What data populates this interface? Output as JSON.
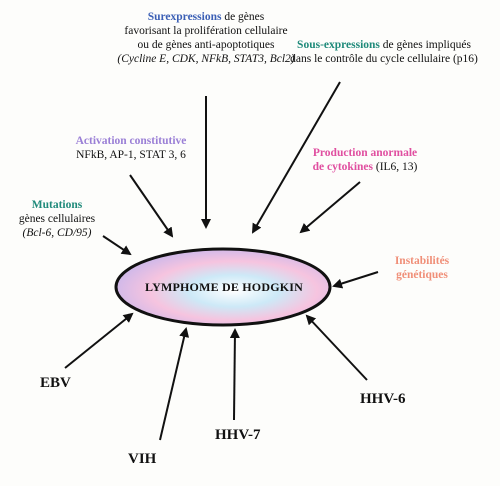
{
  "center": {
    "text": "LYMPHOME DE HODGKIN"
  },
  "factors": {
    "surexpressions": {
      "keyword": "Surexpressions",
      "line1_rest": " de gènes",
      "line2": "favorisant la prolifération cellulaire",
      "line3": "ou de gènes anti-apoptotiques",
      "line4": "(Cycline E, CDK, NFkB, STAT3, Bcl2)"
    },
    "sous_expressions": {
      "keyword": "Sous-expressions",
      "line1_rest": " de gènes impliqués",
      "line2": "dans le contrôle du cycle cellulaire (p16)"
    },
    "activation": {
      "keyword": "Activation constitutive",
      "line2": "NFkB, AP-1, STAT 3, 6"
    },
    "production": {
      "keyword1": "Production anormale",
      "keyword2": "de cytokines",
      "line2_rest": " (IL6, 13)"
    },
    "mutations": {
      "keyword": "Mutations",
      "line2": "gènes cellulaires",
      "line3": "(Bcl-6, CD/95)"
    },
    "instabilites": {
      "line1": "Instabilités",
      "line2": "génétiques"
    },
    "viruses": [
      "EBV",
      "VIH",
      "HHV-7",
      "HHV-6"
    ]
  },
  "colors": {
    "surexpressions": "#3b5fb5",
    "activation": "#9a7fd6",
    "mutations": "#1f8a7a",
    "production": "#e04fa0",
    "instabilites": "#f08f78",
    "ellipse_fill_pink": "#f4b6d6",
    "ellipse_fill_blue": "#a8d8f0"
  }
}
